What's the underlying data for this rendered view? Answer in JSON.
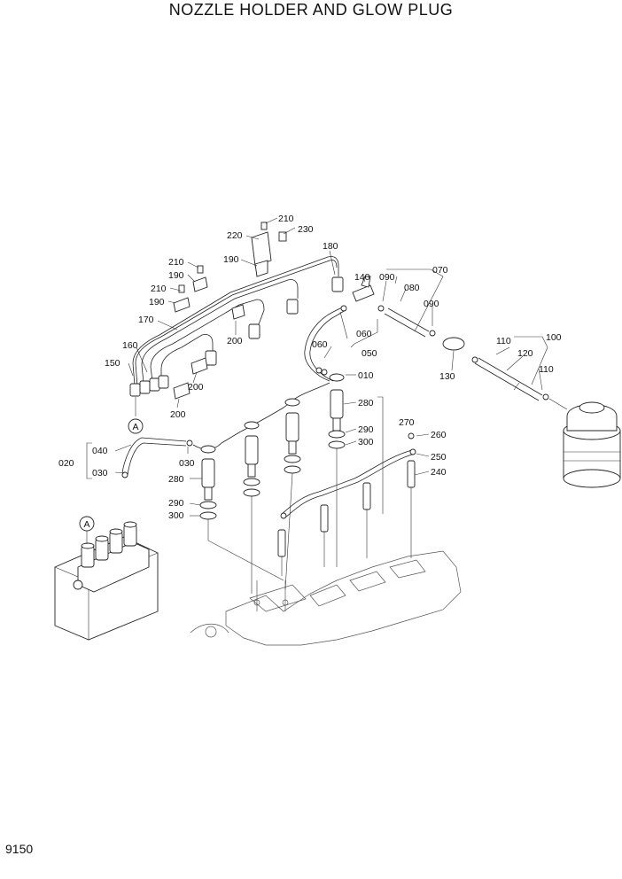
{
  "title": "NOZZLE HOLDER AND GLOW PLUG",
  "page_number": "9150",
  "callouts": {
    "p010": "010",
    "p020": "020",
    "p030a": "030",
    "p030b": "030",
    "p040": "040",
    "p050": "050",
    "p060a": "060",
    "p060b": "060",
    "p070": "070",
    "p080": "080",
    "p090a": "090",
    "p090b": "090",
    "p100": "100",
    "p110a": "110",
    "p110b": "110",
    "p120": "120",
    "p130": "130",
    "p140": "140",
    "p150": "150",
    "p160": "160",
    "p170": "170",
    "p180": "180",
    "p190a": "190",
    "p190b": "190",
    "p190c": "190",
    "p200a": "200",
    "p200b": "200",
    "p200c": "200",
    "p210a": "210",
    "p210b": "210",
    "p210c": "210",
    "p220": "220",
    "p230": "230",
    "p240": "240",
    "p250": "250",
    "p260": "260",
    "p270": "270",
    "p280a": "280",
    "p280b": "280",
    "p290a": "290",
    "p290b": "290",
    "p300a": "300",
    "p300b": "300"
  },
  "reference_markers": {
    "a1": "A",
    "a2": "A"
  }
}
